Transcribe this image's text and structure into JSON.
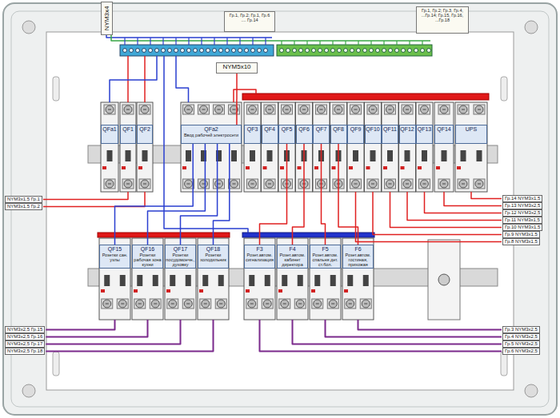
{
  "diagram": {
    "nodes": [
      {
        "text": [
          "NYM3x4"
        ]
      },
      {
        "text": [
          "Гр.1, Гр.2; Гр.1, Гр.6 .... Гр.14"
        ]
      },
      {
        "text": [
          "Гр.1, Гр.2; Гр.3, Гр.4, ...Гр.14; Гр.15, Гр.16, ...Гр.18"
        ]
      },
      {
        "text": [
          "NYM5x10"
        ]
      },
      {
        "text": [
          "QFa1"
        ]
      },
      {
        "text": [
          "QF1"
        ]
      },
      {
        "text": [
          "QF2"
        ]
      },
      {
        "text": [
          "QFa2",
          "Ввод рабочей электросети"
        ]
      },
      {
        "text": [
          "QF3"
        ]
      },
      {
        "text": [
          "QF4"
        ]
      },
      {
        "text": [
          "QF5"
        ]
      },
      {
        "text": [
          "QF6"
        ]
      },
      {
        "text": [
          "QF7"
        ]
      },
      {
        "text": [
          "QF8"
        ]
      },
      {
        "text": [
          "QF9"
        ]
      },
      {
        "text": [
          "QF10"
        ]
      },
      {
        "text": [
          "QF11"
        ]
      },
      {
        "text": [
          "QF12"
        ]
      },
      {
        "text": [
          "QF13"
        ]
      },
      {
        "text": [
          "QF14"
        ]
      },
      {
        "text": [
          "UPS"
        ]
      },
      {
        "text": [
          "QF15",
          "Розетки сан. узлы"
        ]
      },
      {
        "text": [
          "QF16",
          "Розетки рабочая зона кухни"
        ]
      },
      {
        "text": [
          "QF17",
          "Розетки посудомоечн., духовку"
        ]
      },
      {
        "text": [
          "QF18",
          "Розетки холодильник"
        ]
      },
      {
        "text": [
          "F3",
          "Розет.автом. сигнализация"
        ]
      },
      {
        "text": [
          "F4",
          "Розет.автом. кабинет директора"
        ]
      },
      {
        "text": [
          "F5",
          "Розет.автом. спальня дет. ст.бол."
        ]
      },
      {
        "text": [
          "F6",
          "Розет.автом. гостиная, прихожая"
        ]
      }
    ],
    "edges": [
      {
        "from": 3,
        "to": 7,
        "arrow": "none"
      },
      {
        "from": 7,
        "to": 21,
        "arrow": "none"
      },
      {
        "from": 7,
        "to": 22,
        "arrow": "none"
      },
      {
        "from": 7,
        "to": 23,
        "arrow": "none"
      },
      {
        "from": 7,
        "to": 24,
        "arrow": "none"
      },
      {
        "from": 10,
        "to": 25,
        "arrow": "none"
      },
      {
        "from": 11,
        "to": 26,
        "arrow": "none"
      },
      {
        "from": 12,
        "to": 27,
        "arrow": "none"
      },
      {
        "from": 13,
        "to": 28,
        "arrow": "none"
      }
    ],
    "labels": [
      "NYM3x1,5 Гр.1",
      "NYM3x1,5 Гр.2",
      "Гр.14 NYM3x1,5",
      "Гр.13 NYM3x2,5",
      "Гр.12 NYM3x2,5",
      "Гр.11 NYM3x1,5",
      "Гр.10 NYM3x1,5",
      "Гр.9 NYM3x1,5",
      "Гр.8 NYM3x1,5",
      "NYM3x2,5 Гр.15",
      "NYM3x2,5 Гр.16",
      "NYM3x2,5 Гр.17",
      "NYM3x2,5 Гр.18",
      "Гр.3 NYM3x2,5",
      "Гр.4 NYM3x2,5",
      "Гр.5 NYM3x2,5",
      "Гр.6 NYM3x2,5"
    ]
  }
}
